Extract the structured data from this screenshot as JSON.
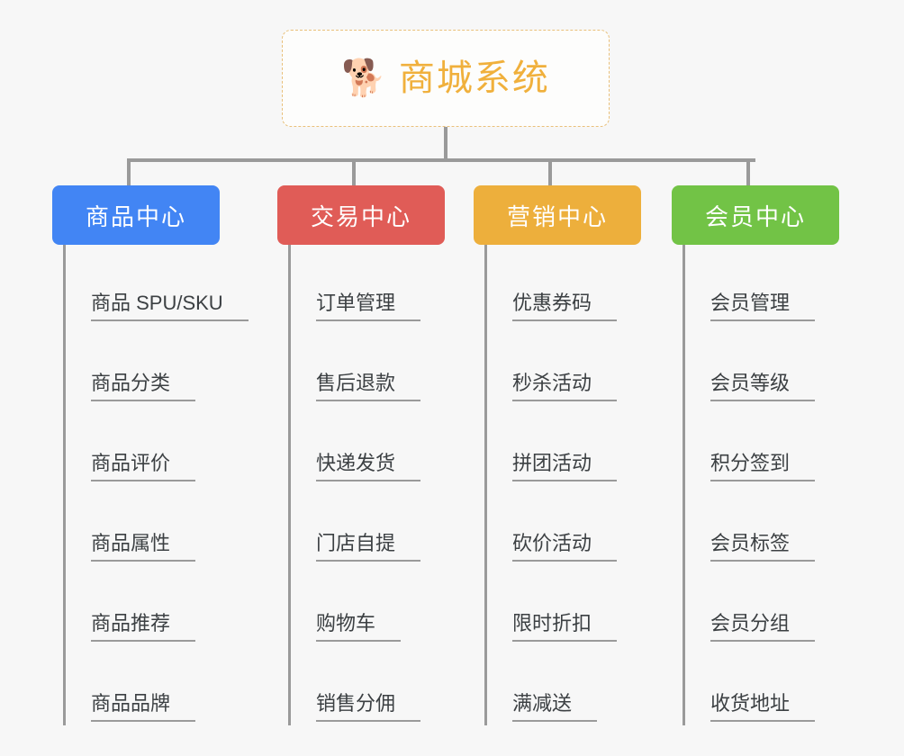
{
  "diagram": {
    "type": "organization-tree",
    "background_color": "#f7f7f7",
    "root": {
      "icon": "shiba-dog-face-icon",
      "icon_glyph": "🐕",
      "title": "商城系统",
      "title_color": "#f0b03c",
      "border_color": "#e9c07a",
      "border_style": "dashed"
    },
    "connector_color": "#9a9a9a",
    "categories": [
      {
        "label": "商品中心",
        "color": "#4285f4",
        "items": [
          "商品 SPU/SKU",
          "商品分类",
          "商品评价",
          "商品属性",
          "商品推荐",
          "商品品牌"
        ]
      },
      {
        "label": "交易中心",
        "color": "#e05c57",
        "items": [
          "订单管理",
          "售后退款",
          "快递发货",
          "门店自提",
          "购物车",
          "销售分佣"
        ]
      },
      {
        "label": "营销中心",
        "color": "#edaf3c",
        "items": [
          "优惠券码",
          "秒杀活动",
          "拼团活动",
          "砍价活动",
          "限时折扣",
          "满减送"
        ]
      },
      {
        "label": "会员中心",
        "color": "#72c346",
        "items": [
          "会员管理",
          "会员等级",
          "积分签到",
          "会员标签",
          "会员分组",
          "收货地址"
        ]
      }
    ]
  }
}
